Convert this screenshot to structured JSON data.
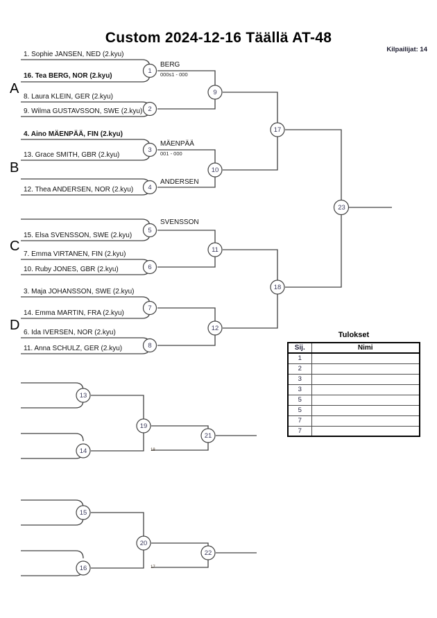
{
  "header": {
    "title": "Custom  2024-12-16  Täällä   AT-48",
    "competitors_label": "Kilpailijat: 14"
  },
  "pools": [
    {
      "letter": "A"
    },
    {
      "letter": "B"
    },
    {
      "letter": "C"
    },
    {
      "letter": "D"
    }
  ],
  "players": [
    {
      "label": "1. Sophie JANSEN, NED (2.kyu)",
      "seeded": false
    },
    {
      "label": "16. Tea BERG, NOR (2.kyu)",
      "seeded": true
    },
    {
      "label": "8. Laura KLEIN, GER (2.kyu)",
      "seeded": false
    },
    {
      "label": "9. Wilma GUSTAVSSON, SWE (2.kyu)",
      "seeded": false
    },
    {
      "label": "4. Aino MÄENPÄÄ, FIN (2.kyu)",
      "seeded": true
    },
    {
      "label": "13. Grace SMITH, GBR (2.kyu)",
      "seeded": false
    },
    {
      "label": "",
      "seeded": false
    },
    {
      "label": "12. Thea ANDERSEN, NOR (2.kyu)",
      "seeded": false
    },
    {
      "label": "",
      "seeded": false
    },
    {
      "label": "15. Elsa SVENSSON, SWE (2.kyu)",
      "seeded": false
    },
    {
      "label": "7. Emma VIRTANEN, FIN (2.kyu)",
      "seeded": false
    },
    {
      "label": "10. Ruby JONES, GBR (2.kyu)",
      "seeded": false
    },
    {
      "label": "3. Maja JOHANSSON, SWE (2.kyu)",
      "seeded": false
    },
    {
      "label": "14. Emma MARTIN, FRA (2.kyu)",
      "seeded": false
    },
    {
      "label": "6. Ida IVERSEN, NOR (2.kyu)",
      "seeded": false
    },
    {
      "label": "11. Anna SCHULZ, GER (2.kyu)",
      "seeded": false
    }
  ],
  "matches": [
    {
      "number": "1"
    },
    {
      "number": "2"
    },
    {
      "number": "3"
    },
    {
      "number": "4"
    },
    {
      "number": "5"
    },
    {
      "number": "6"
    },
    {
      "number": "7"
    },
    {
      "number": "8"
    },
    {
      "number": "9"
    },
    {
      "number": "10"
    },
    {
      "number": "11"
    },
    {
      "number": "12"
    },
    {
      "number": "13"
    },
    {
      "number": "14"
    },
    {
      "number": "15"
    },
    {
      "number": "16"
    },
    {
      "number": "17"
    },
    {
      "number": "18"
    },
    {
      "number": "19"
    },
    {
      "number": "20"
    },
    {
      "number": "21"
    },
    {
      "number": "22"
    },
    {
      "number": "23"
    }
  ],
  "results_entered": [
    {
      "winner": "BERG",
      "score": "000s1 - 000"
    },
    {
      "winner": "MÄENPÄÄ",
      "score": "001 - 000"
    },
    {
      "winner": "ANDERSEN",
      "score": ""
    },
    {
      "winner": "SVENSSON",
      "score": ""
    }
  ],
  "repechage_refs": [
    {
      "label": "18"
    },
    {
      "label": "17"
    }
  ],
  "results_table": {
    "title": "Tulokset",
    "columns": [
      "Sij.",
      "Nimi"
    ],
    "rows": [
      {
        "rank": "1",
        "name": ""
      },
      {
        "rank": "2",
        "name": ""
      },
      {
        "rank": "3",
        "name": ""
      },
      {
        "rank": "3",
        "name": ""
      },
      {
        "rank": "5",
        "name": ""
      },
      {
        "rank": "5",
        "name": ""
      },
      {
        "rank": "7",
        "name": ""
      },
      {
        "rank": "7",
        "name": ""
      }
    ]
  },
  "colors": {
    "line": "#404040",
    "text": "#111111",
    "circle_text": "#3b3b5c"
  }
}
